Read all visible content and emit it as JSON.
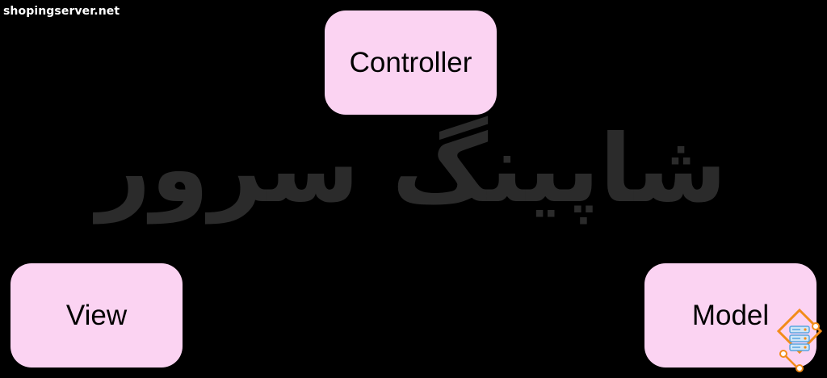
{
  "site": {
    "watermark_text": "shopingserver.net"
  },
  "background_watermark": "شاپینگ سرور",
  "diagram": {
    "nodes": [
      {
        "id": "controller",
        "label": "Controller"
      },
      {
        "id": "view",
        "label": "View"
      },
      {
        "id": "model",
        "label": "Model"
      }
    ]
  },
  "colors": {
    "background": "#000000",
    "node_fill": "#fbd3f2",
    "node_text": "#000000",
    "watermark": "#2b2b2b",
    "logo_accent": "#f28c1a",
    "logo_blue": "#5aa6e0"
  },
  "icons": {
    "logo": "server-stack-logo-icon"
  }
}
